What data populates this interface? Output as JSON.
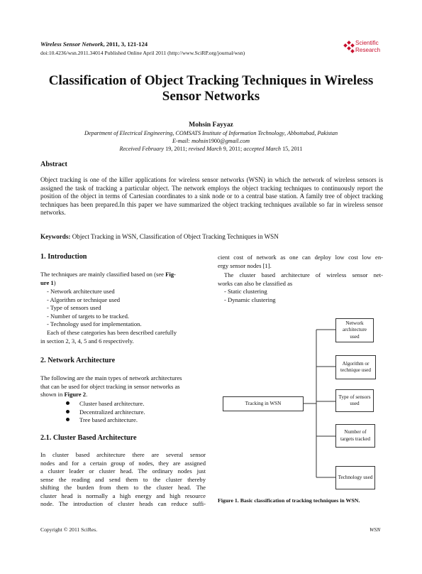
{
  "header": {
    "journal": "Wireless Sensor Network",
    "journal_rest": ", 2011, 3, 121-124",
    "doi": "doi:10.4236/wsn.2011.34014 Published Online April 2011 (http://www.SciRP.org/journal/wsn)",
    "logo_line1": "Scientific",
    "logo_line2": "Research",
    "logo_color": "#c8102e"
  },
  "title_line1": "Classification of Object Tracking Techniques in Wireless",
  "title_line2": "Sensor Networks",
  "author": "Mohsin Fayyaz",
  "affiliation_a": "Department of Electrical Engineering, COMSATS Institute of Information Technology",
  "affiliation_b": ", ",
  "affiliation_c": "Abbottabad",
  "affiliation_d": ", Pakistan",
  "email_prefix": "E-mail: mohsin",
  "email_num": "1900",
  "email_suffix": "@gmail.com",
  "dates": {
    "received_label": "Received February",
    "received_val": " 19, 2011; ",
    "revised_label": "revised March",
    "revised_val": " 9, 2011; ",
    "accepted_label": "accepted March",
    "accepted_val": " 15, 2011"
  },
  "abstract_heading": "Abstract",
  "abstract_text": "Object tracking is one of the killer applications for wireless sensor networks (WSN) in which the network of wireless sensors is assigned the task of tracking a particular object. The network employs the object tracking techniques to continuously report the position of the object in terms of Cartesian coordinates to a sink node or to a central base station. A family tree of object tracking techniques has been prepared.In this paper we have summarized the object tracking techniques available so far in wireless sensor networks.",
  "keywords_label": "Keywords:",
  "keywords_text": " Object Tracking in WSN, Classification of Object Tracking Techniques in WSN",
  "left": {
    "s1_heading": "1. Introduction",
    "s1_p1a": "The techniques are mainly classified based on (see ",
    "s1_p1_fig": "Fig-",
    "s1_p1_fig2": "ure 1",
    "s1_p1_end": ")",
    "s1_list": [
      "- Network architecture used",
      "- Algorithm or technique used",
      "- Type of sensors used",
      "- Number of targets to be tracked.",
      "- Technology used for implementation."
    ],
    "s1_p2_line1": "Each of these categories has been described carefully",
    "s1_p2_line2": "in section 2, 3, 4, 5 and 6 respectively.",
    "s2_heading": "2. Network Architecture",
    "s2_p1_line1": "The following are the main types of network architectures",
    "s2_p1_line2": "that can be used for object tracking in sensor networks as",
    "s2_p1_line3a": "shown in ",
    "s2_p1_line3b": "Figure 2",
    "s2_p1_line3c": ".",
    "s2_bullets": [
      "Cluster based architecture.",
      "Decentralized architecture.",
      "Tree based architecture."
    ],
    "s21_heading": "2.1. Cluster Based Architecture",
    "s21_lines": [
      "In cluster based architecture there are several sensor",
      "nodes and for a certain group of nodes, they are assigned",
      "a cluster leader or cluster head. The ordinary nodes just",
      "sense the reading and send them to the cluster thereby",
      "shifting the burden from them to the cluster head. The",
      "cluster head is normally a high energy and high resource",
      "node. The introduction of cluster heads can reduce suffi-"
    ]
  },
  "right": {
    "cont_line1": "cient cost of network as one can deploy low cost low en-",
    "cont_line2": "ergy sensor nodes [1].",
    "p2_line1": "The cluster based architecture of wireless sensor net-",
    "p2_line2": "works can also be classified as",
    "list": [
      "- Static clustering",
      "- Dynamic clustering"
    ]
  },
  "figure": {
    "root": "Tracking in WSN",
    "children": [
      "Network architecture used",
      "Algorithm or technique used",
      "Type of sensors used",
      "Number of targets tracked",
      "Technology used"
    ],
    "caption": "Figure 1. Basic classification of tracking techniques in WSN."
  },
  "footer": {
    "copyright": "Copyright © 2011 SciRes.",
    "journal_abbr": "WSN"
  }
}
